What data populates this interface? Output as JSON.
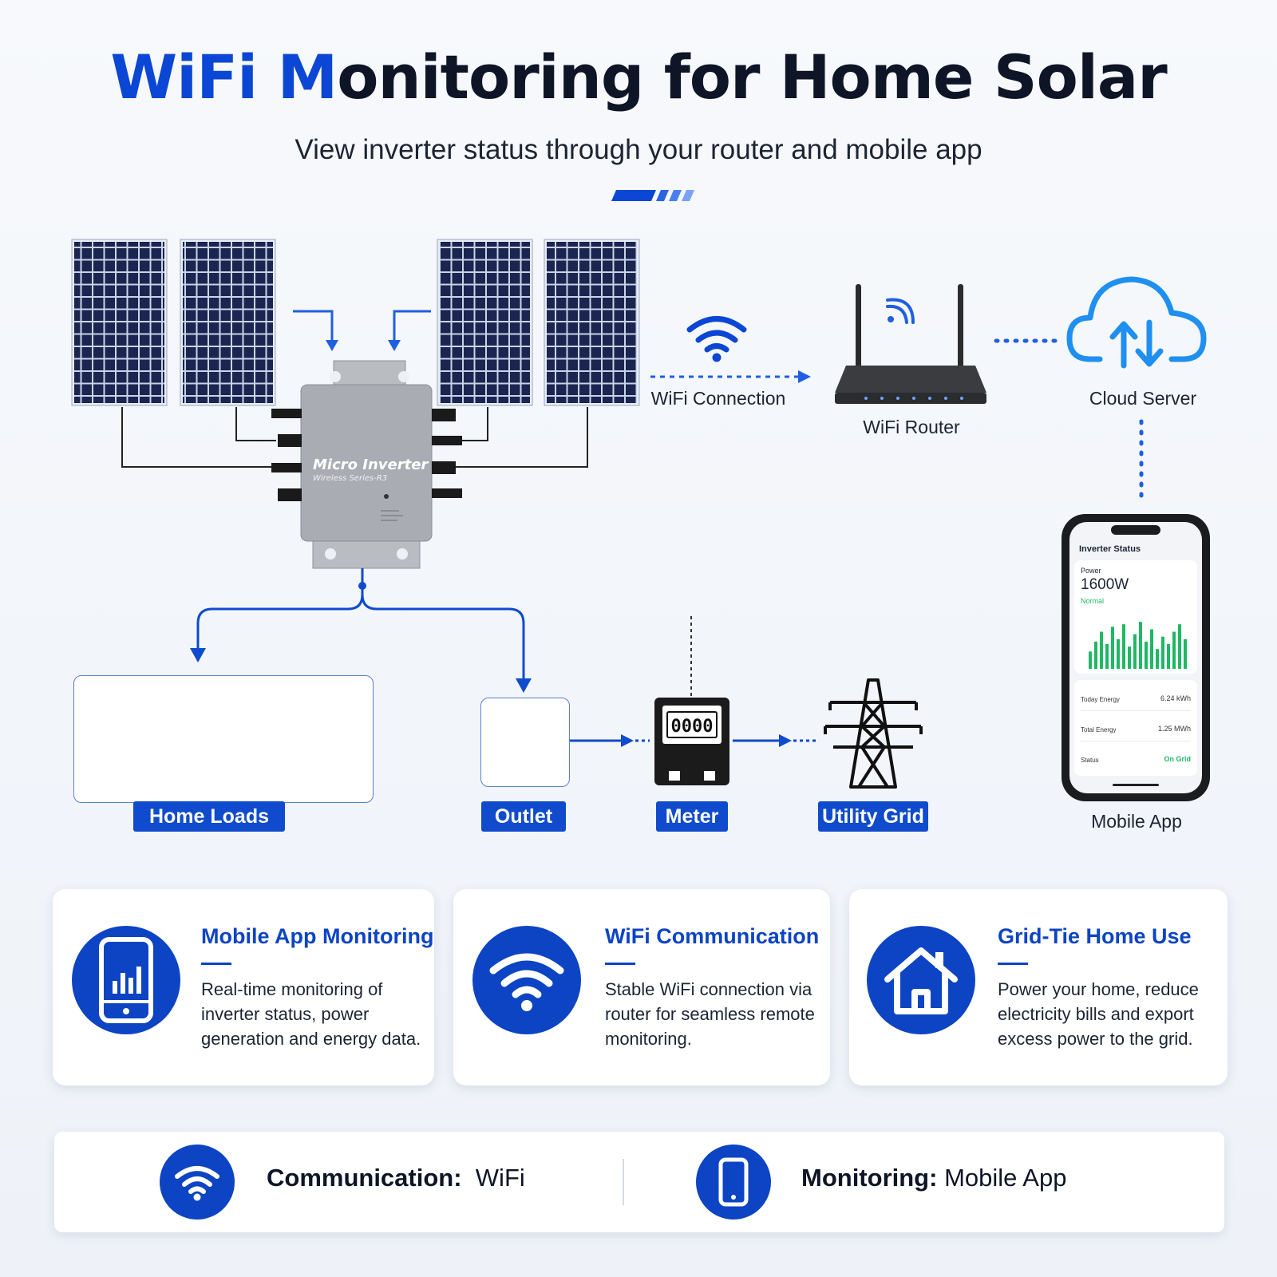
{
  "header": {
    "title_highlight_1": "WiFi",
    "title_highlight_2": "M",
    "title_rest": "onitoring for Home Solar",
    "subtitle": "View inverter status through your router and mobile app"
  },
  "inverter": {
    "name": "Micro Inverter",
    "model": "Wireless Series-R3"
  },
  "network": {
    "wifi_connection_label": "WiFi Connection",
    "router_label": "WiFi Router",
    "cloud_label": "Cloud Server",
    "mobile_app_label": "Mobile App"
  },
  "phone": {
    "screen_title": "Inverter Status",
    "power_label": "Power",
    "power_value": "1600W",
    "power_state": "Normal",
    "rows": [
      {
        "label": "Today Energy",
        "value": "6.24 kWh"
      },
      {
        "label": "Total Energy",
        "value": "1.25 MWh"
      },
      {
        "label": "Status",
        "value": "On Grid"
      }
    ],
    "bars": [
      0.35,
      0.55,
      0.75,
      0.5,
      0.85,
      0.6,
      0.9,
      0.45,
      0.7,
      0.95,
      0.55,
      0.8,
      0.4,
      0.65,
      0.5,
      0.75,
      0.9,
      0.6
    ]
  },
  "flow": {
    "home_loads": "Home Loads",
    "outlet": "Outlet",
    "meter": "Meter",
    "meter_reading": "0000",
    "utility_grid": "Utility Grid"
  },
  "features": [
    {
      "title": "Mobile App Monitoring",
      "desc": "Real-time monitoring of inverter status, power generation and energy data.",
      "icon": "phone-chart-icon"
    },
    {
      "title": "WiFi Communication",
      "desc": "Stable WiFi connection via router for seamless remote monitoring.",
      "icon": "wifi-icon"
    },
    {
      "title": "Grid-Tie Home Use",
      "desc": "Power your home, reduce electricity bills and export excess power to the grid.",
      "icon": "house-icon"
    }
  ],
  "specs": [
    {
      "label": "Communication:",
      "value": "WiFi",
      "icon": "wifi-icon"
    },
    {
      "label": "Monitoring:",
      "value": "Mobile App",
      "icon": "phone-icon"
    }
  ],
  "colors": {
    "brand_blue": "#0b46d4",
    "panel_dark": "#1a2347",
    "status_green": "#1fb864",
    "inverter_grey": "#a9adb3"
  }
}
